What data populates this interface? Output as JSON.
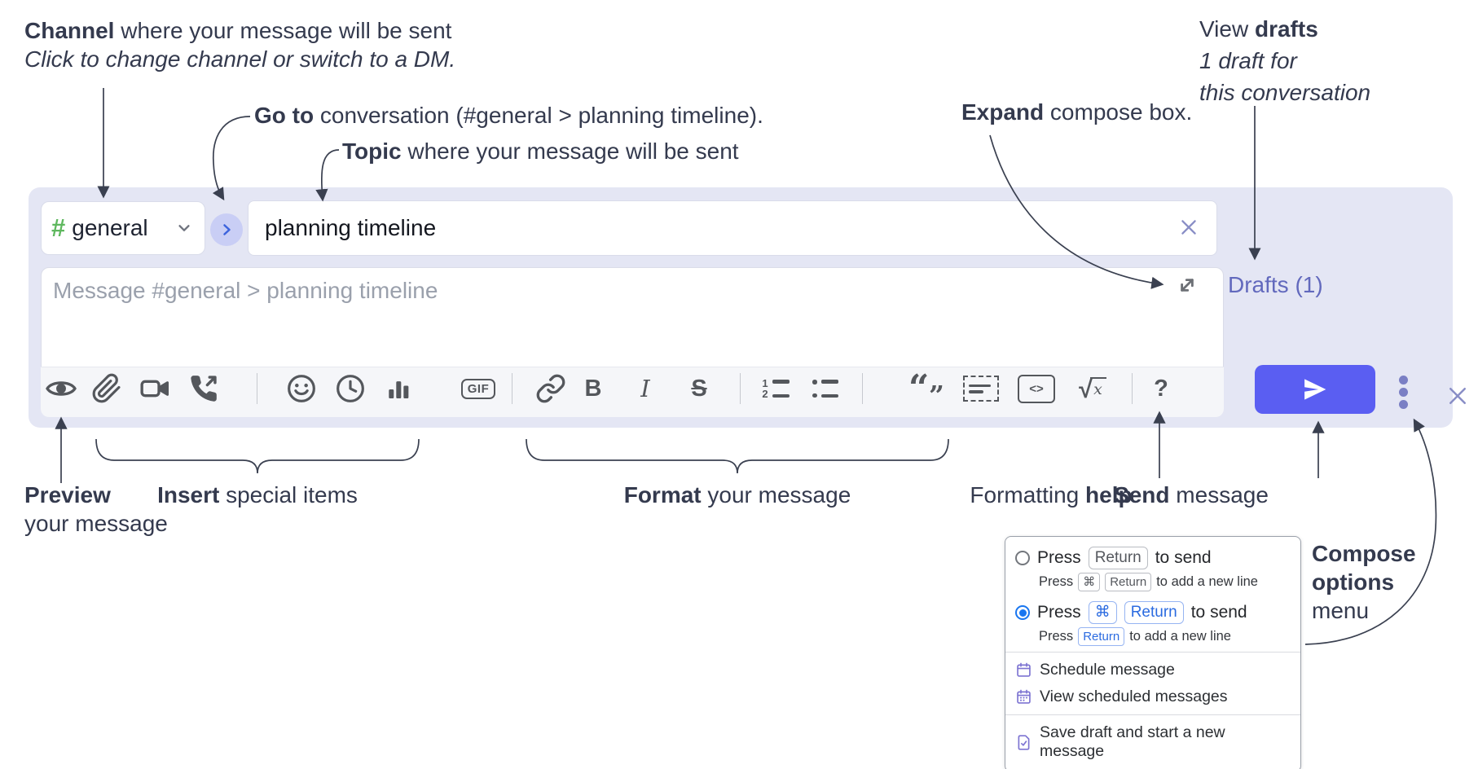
{
  "annotations": {
    "channel": {
      "bold": "Channel",
      "rest": " where your message will be sent",
      "sub": "Click to change channel or switch to a DM."
    },
    "goto": {
      "bold": "Go to",
      "rest": " conversation (#general > planning timeline)."
    },
    "topic": {
      "bold": "Topic",
      "rest": " where your message will be sent"
    },
    "expand": {
      "bold": "Expand",
      "rest": " compose box."
    },
    "view_drafts": {
      "pre": "View ",
      "bold": "drafts",
      "line2": "1 draft for",
      "line3": "this conversation"
    },
    "preview": {
      "bold": "Preview",
      "line2": "your message"
    },
    "insert": {
      "bold": "Insert",
      "rest": " special items"
    },
    "format": {
      "bold": "Format",
      "rest": " your message"
    },
    "formatting_help": {
      "pre": "Formatting ",
      "bold": "help"
    },
    "send": {
      "bold": "Send",
      "rest": " message"
    },
    "compose_options": {
      "line1": "Compose",
      "line2": "options",
      "line3": "menu"
    }
  },
  "composebox": {
    "channel_hash": "#",
    "channel_name": "general",
    "topic_value": "planning timeline",
    "message_placeholder": "Message #general > planning timeline",
    "drafts_label": "Drafts (1)"
  },
  "toolbar": {
    "gif_label": "GIF",
    "bold_label": "B",
    "italic_label": "I",
    "strike_label": "S",
    "ol_1": "1",
    "ol_2": "2",
    "quote_open": "“",
    "quote_close": "”",
    "code_label": "<>",
    "sqrt_label": "√",
    "math_x": "x",
    "help_label": "?",
    "icons": [
      "eye-preview",
      "paperclip-attach",
      "video-call",
      "voice-call",
      "emoji-smiley",
      "clock-time",
      "bar-chart-poll",
      "gif",
      "link",
      "bold",
      "italic",
      "strikethrough",
      "numbered-list",
      "bulleted-list",
      "quote",
      "spoiler",
      "code",
      "math-latex",
      "help"
    ]
  },
  "popup": {
    "option_enter": {
      "press": "Press",
      "key": "Return",
      "after": "to send",
      "sub_press": "Press",
      "sub_key1": "⌘",
      "sub_key2": "Return",
      "sub_after": "to add a new line",
      "selected": false
    },
    "option_cmd_enter": {
      "press": "Press",
      "key1": "⌘",
      "key2": "Return",
      "after": "to send",
      "sub_press": "Press",
      "sub_key": "Return",
      "sub_after": "to add a new line",
      "selected": true
    },
    "items": [
      {
        "label": "Schedule message"
      },
      {
        "label": "View scheduled messages"
      },
      {
        "label": "Save draft and start a new message"
      }
    ]
  },
  "colors": {
    "compose_bg": "#e4e6f4",
    "send_button": "#5a5ef2",
    "drafts_link": "#6269bd",
    "channel_hash_green": "#5fb85f",
    "selected_radio_blue": "#1976f0",
    "key_blue_text": "#2b6be0",
    "menu_icon_purple": "#7d74d2",
    "toolbar_icon_gray": "#54575c"
  }
}
